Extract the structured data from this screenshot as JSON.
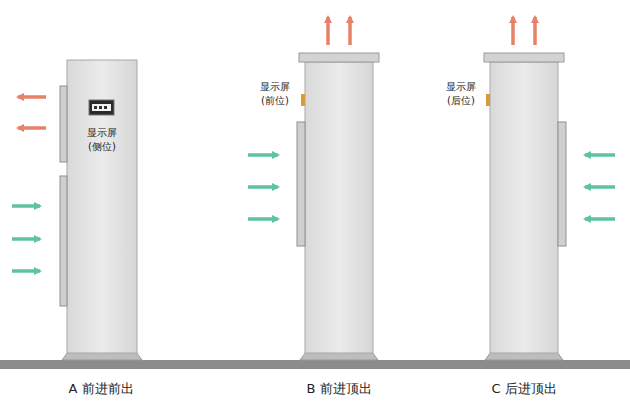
{
  "diagram": {
    "labels": [
      "显示屏 (侧位)",
      "显示屏 (前位)",
      "显示屏 (后位)",
      "A 前进前出",
      "B 前进顶出",
      "C 后进顶出"
    ]
  }
}
